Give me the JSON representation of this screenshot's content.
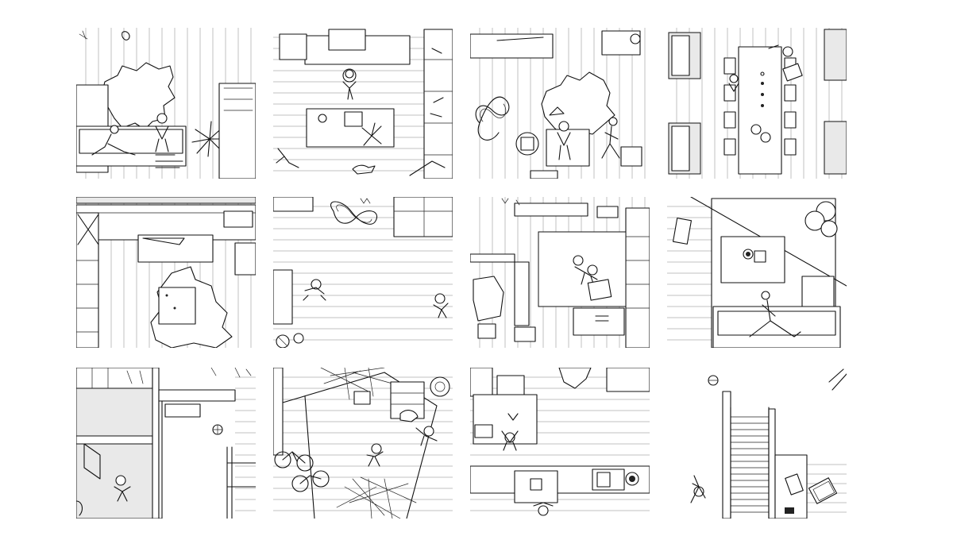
{
  "page": {
    "background": "#ffffff"
  },
  "style": {
    "ink": "#111111",
    "board_floor": "#ffffff",
    "shaded_area": "#e9e9e9"
  },
  "panels": [
    {
      "id": "r1c1",
      "content": [
        "hatched-floor",
        "rug",
        "sofa",
        "person-seated",
        "person-reclining",
        "plant",
        "bookshelf"
      ]
    },
    {
      "id": "r1c2",
      "content": [
        "kitchen-counter",
        "kitchen-island",
        "stool",
        "person-standing",
        "plant",
        "shelving",
        "dog"
      ]
    },
    {
      "id": "r1c3",
      "content": [
        "rug",
        "toy-track",
        "sofa",
        "person-seated",
        "person-reclining",
        "armchair",
        "doormat"
      ]
    },
    {
      "id": "r1c4",
      "content": [
        "dining-table",
        "chairs",
        "windows",
        "person-seated",
        "laptop"
      ]
    },
    {
      "id": "r2c1",
      "content": [
        "desk",
        "rug",
        "coffee-table",
        "shelving",
        "window"
      ]
    },
    {
      "id": "r2c2",
      "content": [
        "toy-track",
        "person-crawling",
        "person-standing",
        "doorway",
        "ball"
      ]
    },
    {
      "id": "r2c3",
      "content": [
        "rug",
        "people-dancing",
        "suitcase",
        "armchair",
        "tv-console",
        "shelving"
      ]
    },
    {
      "id": "r2c4",
      "content": [
        "diagonal-wall",
        "table",
        "sofa",
        "person-lying",
        "balloons",
        "chair"
      ]
    },
    {
      "id": "r3c1",
      "content": [
        "grey-room",
        "shelving",
        "person-standing",
        "ball",
        "stair-rail"
      ]
    },
    {
      "id": "r3c2",
      "content": [
        "tree",
        "bicycles",
        "people",
        "fence-lines",
        "bench"
      ]
    },
    {
      "id": "r3c3",
      "content": [
        "desk",
        "chair",
        "person-seated",
        "kitchen-counter",
        "sink",
        "stove",
        "rug"
      ]
    },
    {
      "id": "r3c4",
      "content": [
        "staircase",
        "person-climbing",
        "ball",
        "box",
        "door"
      ]
    }
  ]
}
